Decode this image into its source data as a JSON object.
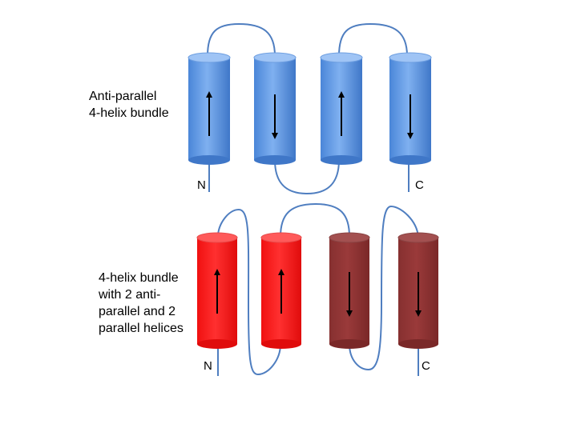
{
  "panels": [
    {
      "caption": "Anti-parallel\n4-helix bundle",
      "n_label": "N",
      "c_label": "C",
      "helices": [
        {
          "direction": "up",
          "color": "#4a86d8"
        },
        {
          "direction": "down",
          "color": "#4a86d8"
        },
        {
          "direction": "up",
          "color": "#4a86d8"
        },
        {
          "direction": "down",
          "color": "#4a86d8"
        }
      ]
    },
    {
      "caption": "4-helix bundle\nwith 2 anti-\nparallel and 2\nparallel helices",
      "n_label": "N",
      "c_label": "C",
      "helices": [
        {
          "direction": "up",
          "color": "#ff1a1a"
        },
        {
          "direction": "up",
          "color": "#ff1a1a"
        },
        {
          "direction": "down",
          "color": "#8e3030"
        },
        {
          "direction": "down",
          "color": "#8e3030"
        }
      ]
    }
  ],
  "colors": {
    "loop_blue": "#4f7ec0",
    "arrow": "#000000"
  }
}
